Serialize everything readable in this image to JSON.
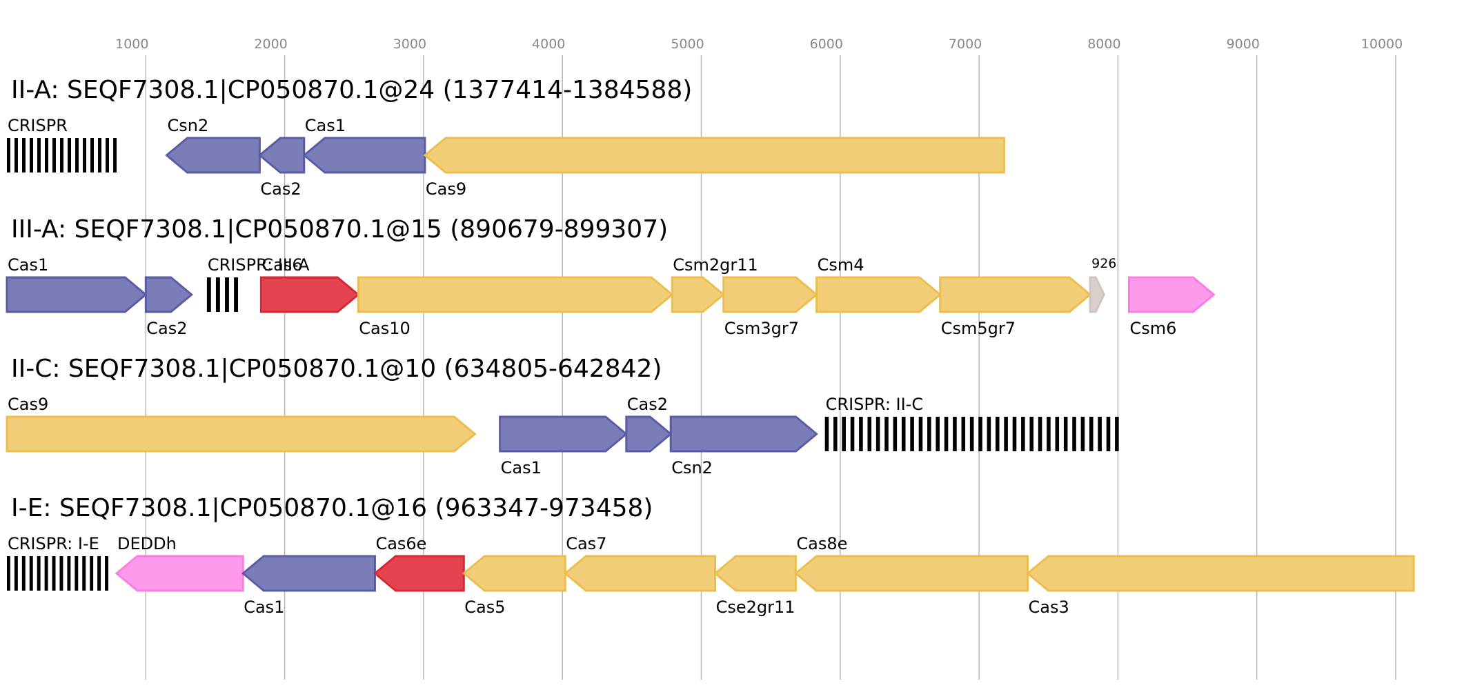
{
  "axis": {
    "ticks": [
      1000,
      2000,
      3000,
      4000,
      5000,
      6000,
      7000,
      8000,
      9000,
      10000
    ]
  },
  "colors": {
    "blue": {
      "fill": "#7b7db8",
      "stroke": "#5a5ca4"
    },
    "yellow": {
      "fill": "#f2cd77",
      "stroke": "#ecbe4d"
    },
    "red": {
      "fill": "#e5434f",
      "stroke": "#d52a34"
    },
    "pink": {
      "fill": "#fd99ea",
      "stroke": "#fb7ce2"
    },
    "grey": {
      "fill": "#d9d0cc",
      "stroke": "#cfc5c0"
    },
    "crispr": "#000000"
  },
  "tracks": [
    {
      "title": "II-A: SEQF7308.1|CP050870.1@24 (1377414-1384588)",
      "elements": [
        {
          "kind": "crispr",
          "label": "CRISPR",
          "label_pos": "above",
          "start": 0,
          "end": 820,
          "repeats": 15
        },
        {
          "kind": "gene",
          "label": "Csn2",
          "label_pos": "above",
          "start": 1150,
          "end": 1820,
          "strand": "-",
          "color": "blue"
        },
        {
          "kind": "gene",
          "label": "Cas2",
          "label_pos": "below",
          "start": 1820,
          "end": 2140,
          "strand": "-",
          "color": "blue"
        },
        {
          "kind": "gene",
          "label": "Cas1",
          "label_pos": "above",
          "start": 2140,
          "end": 3010,
          "strand": "-",
          "color": "blue"
        },
        {
          "kind": "gene",
          "label": "Cas9",
          "label_pos": "below",
          "start": 3010,
          "end": 7180,
          "strand": "-",
          "color": "yellow"
        }
      ]
    },
    {
      "title": "III-A: SEQF7308.1|CP050870.1@15 (890679-899307)",
      "elements": [
        {
          "kind": "gene",
          "label": "Cas1",
          "label_pos": "above",
          "start": 0,
          "end": 1000,
          "strand": "+",
          "color": "blue"
        },
        {
          "kind": "gene",
          "label": "Cas2",
          "label_pos": "below",
          "start": 1000,
          "end": 1330,
          "strand": "+",
          "color": "blue"
        },
        {
          "kind": "crispr",
          "label": "CRISPR: III-A",
          "label_pos": "above",
          "start": 1440,
          "end": 1700,
          "repeats": 4
        },
        {
          "kind": "gene",
          "label": "Cas6",
          "label_pos": "above",
          "start": 1830,
          "end": 2530,
          "strand": "+",
          "color": "red"
        },
        {
          "kind": "gene",
          "label": "Cas10",
          "label_pos": "below",
          "start": 2530,
          "end": 4790,
          "strand": "+",
          "color": "yellow"
        },
        {
          "kind": "gene",
          "label": "Csm2gr11",
          "label_pos": "above",
          "start": 4790,
          "end": 5160,
          "strand": "+",
          "color": "yellow"
        },
        {
          "kind": "gene",
          "label": "Csm3gr7",
          "label_pos": "below",
          "start": 5160,
          "end": 5830,
          "strand": "+",
          "color": "yellow"
        },
        {
          "kind": "gene",
          "label": "Csm4",
          "label_pos": "above",
          "start": 5830,
          "end": 6720,
          "strand": "+",
          "color": "yellow"
        },
        {
          "kind": "gene",
          "label": "Csm5gr7",
          "label_pos": "below",
          "start": 6720,
          "end": 7800,
          "strand": "+",
          "color": "yellow"
        },
        {
          "kind": "gene",
          "label": "926",
          "label_pos": "above-small",
          "start": 7800,
          "end": 7900,
          "strand": "+",
          "color": "grey"
        },
        {
          "kind": "gene",
          "label": "Csm6",
          "label_pos": "below",
          "start": 8080,
          "end": 8690,
          "strand": "+",
          "color": "pink"
        }
      ]
    },
    {
      "title": "II-C: SEQF7308.1|CP050870.1@10 (634805-642842)",
      "elements": [
        {
          "kind": "gene",
          "label": "Cas9",
          "label_pos": "above",
          "start": 0,
          "end": 3370,
          "strand": "+",
          "color": "yellow"
        },
        {
          "kind": "gene",
          "label": "Cas1",
          "label_pos": "below",
          "start": 3550,
          "end": 4460,
          "strand": "+",
          "color": "blue"
        },
        {
          "kind": "gene",
          "label": "Cas2",
          "label_pos": "above",
          "start": 4460,
          "end": 4780,
          "strand": "+",
          "color": "blue"
        },
        {
          "kind": "gene",
          "label": "Csn2",
          "label_pos": "below",
          "start": 4780,
          "end": 5830,
          "strand": "+",
          "color": "blue"
        },
        {
          "kind": "crispr",
          "label": "CRISPR: II-C",
          "label_pos": "above",
          "start": 5890,
          "end": 8040,
          "repeats": 35
        }
      ]
    },
    {
      "title": "I-E: SEQF7308.1|CP050870.1@16 (963347-973458)",
      "elements": [
        {
          "kind": "crispr",
          "label": "CRISPR: I-E",
          "label_pos": "above",
          "start": 0,
          "end": 760,
          "repeats": 14
        },
        {
          "kind": "gene",
          "label": "DEDDh",
          "label_pos": "above",
          "start": 790,
          "end": 1700,
          "strand": "-",
          "color": "pink"
        },
        {
          "kind": "gene",
          "label": "Cas1",
          "label_pos": "below",
          "start": 1700,
          "end": 2650,
          "strand": "-",
          "color": "blue"
        },
        {
          "kind": "gene",
          "label": "Cas6e",
          "label_pos": "above",
          "start": 2650,
          "end": 3290,
          "strand": "-",
          "color": "red"
        },
        {
          "kind": "gene",
          "label": "Cas5",
          "label_pos": "below",
          "start": 3290,
          "end": 4020,
          "strand": "-",
          "color": "yellow"
        },
        {
          "kind": "gene",
          "label": "Cas7",
          "label_pos": "above",
          "start": 4020,
          "end": 5100,
          "strand": "-",
          "color": "yellow"
        },
        {
          "kind": "gene",
          "label": "Cse2gr11",
          "label_pos": "below",
          "start": 5100,
          "end": 5680,
          "strand": "-",
          "color": "yellow"
        },
        {
          "kind": "gene",
          "label": "Cas8e",
          "label_pos": "above",
          "start": 5680,
          "end": 7350,
          "strand": "-",
          "color": "yellow"
        },
        {
          "kind": "gene",
          "label": "Cas3",
          "label_pos": "below",
          "start": 7350,
          "end": 10130,
          "strand": "-",
          "color": "yellow"
        }
      ]
    }
  ]
}
